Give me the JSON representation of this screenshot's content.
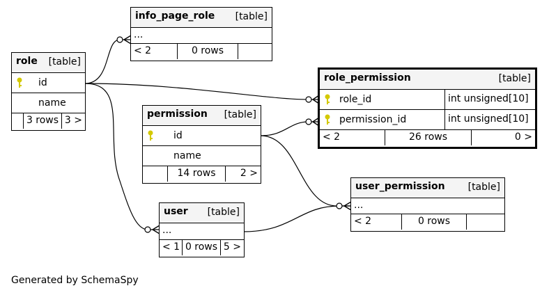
{
  "tables": {
    "info_page_role": {
      "name": "info_page_role",
      "type": "[table]",
      "rows": [
        {
          "name": "..."
        }
      ],
      "foot": [
        "< 2",
        "0 rows",
        ""
      ]
    },
    "role": {
      "name": "role",
      "type": "[table]",
      "rows": [
        {
          "name": "id",
          "key": true
        },
        {
          "name": "name"
        }
      ],
      "foot": [
        "",
        "3 rows",
        "3 >"
      ]
    },
    "role_permission": {
      "name": "role_permission",
      "type": "[table]",
      "rows": [
        {
          "name": "role_id",
          "key": true,
          "datatype": "int unsigned[10]"
        },
        {
          "name": "permission_id",
          "key": true,
          "datatype": "int unsigned[10]"
        }
      ],
      "foot": [
        "< 2",
        "26 rows",
        "0 >"
      ]
    },
    "permission": {
      "name": "permission",
      "type": "[table]",
      "rows": [
        {
          "name": "id",
          "key": true
        },
        {
          "name": "name"
        }
      ],
      "foot": [
        "",
        "14 rows",
        "2 >"
      ]
    },
    "user_permission": {
      "name": "user_permission",
      "type": "[table]",
      "rows": [
        {
          "name": "..."
        }
      ],
      "foot": [
        "< 2",
        "0 rows",
        ""
      ]
    },
    "user": {
      "name": "user",
      "type": "[table]",
      "rows": [
        {
          "name": "..."
        }
      ],
      "foot": [
        "< 1",
        "0 rows",
        "5 >"
      ]
    }
  },
  "colors": {
    "key_icon": "#d4c900",
    "header_bg": "#f4f4f4",
    "line": "#000000"
  },
  "footer": "Generated by SchemaSpy"
}
